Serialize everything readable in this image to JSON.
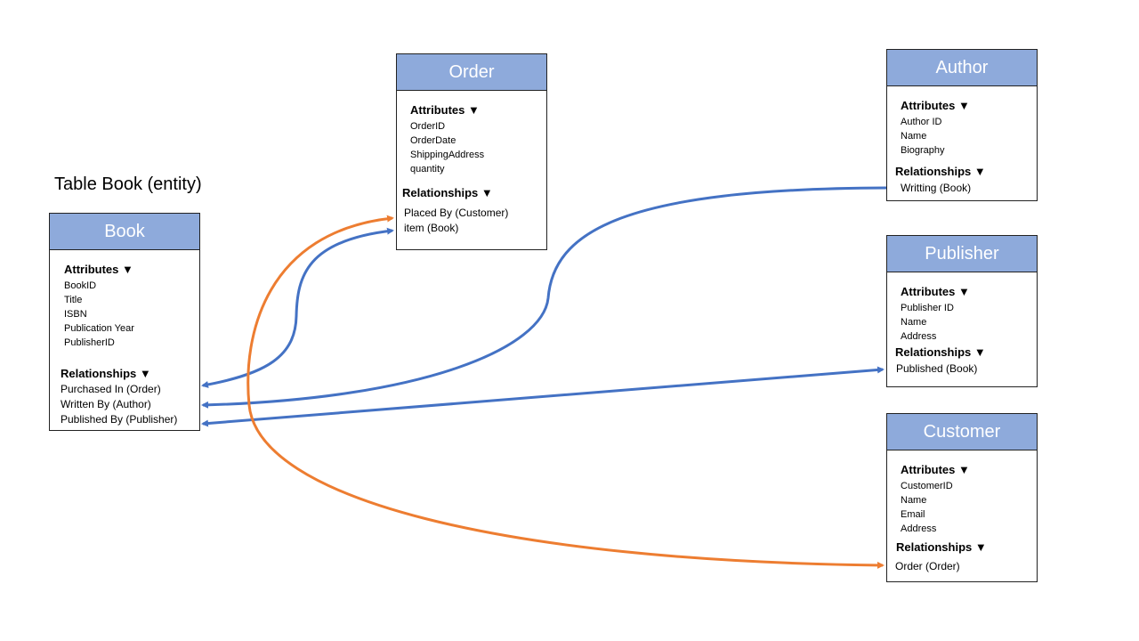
{
  "caption": "Table Book (entity)",
  "colors": {
    "header_fill": "#8eaadb",
    "blue_connector": "#4472c4",
    "orange_connector": "#ed7d31"
  },
  "entities": {
    "book": {
      "title": "Book",
      "attributes_label": "Attributes ▼",
      "attributes": [
        "BookID",
        "Title",
        "ISBN",
        "Publication Year",
        "PublisherID"
      ],
      "relationships_label": "Relationships ▼",
      "relationships": [
        "Purchased In (Order)",
        "Written By (Author)",
        "Published  By (Publisher)"
      ]
    },
    "order": {
      "title": "Order",
      "attributes_label": "Attributes ▼",
      "attributes": [
        "OrderID",
        "OrderDate",
        "ShippingAddress",
        "quantity"
      ],
      "relationships_label": "Relationships ▼",
      "relationships": [
        "Placed By (Customer)",
        "item (Book)"
      ]
    },
    "author": {
      "title": "Author",
      "attributes_label": "Attributes ▼",
      "attributes": [
        "Author  ID",
        "Name",
        "Biography"
      ],
      "relationships_label": "Relationships ▼",
      "relationships": [
        "Writting (Book)"
      ]
    },
    "publisher": {
      "title": "Publisher",
      "attributes_label": "Attributes ▼",
      "attributes": [
        "Publisher ID",
        "Name",
        "Address"
      ],
      "relationships_label": "Relationships ▼",
      "relationships": [
        "Published  (Book)"
      ]
    },
    "customer": {
      "title": "Customer",
      "attributes_label": "Attributes ▼",
      "attributes": [
        "CustomerID",
        "Name",
        "Email",
        "Address"
      ],
      "relationships_label": "Relationships ▼",
      "relationships": [
        "Order (Order)"
      ]
    }
  }
}
